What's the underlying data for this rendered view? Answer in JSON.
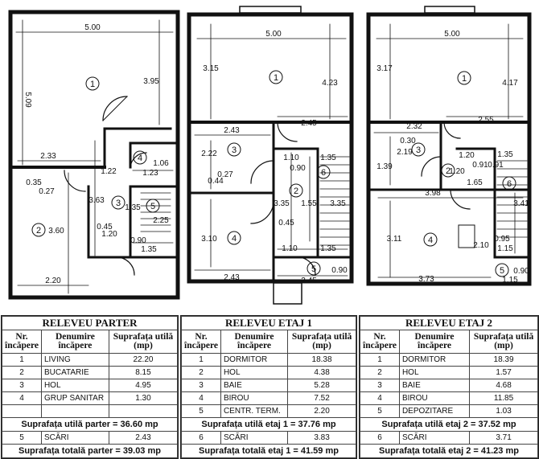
{
  "plans": [
    {
      "dims": [
        "5.00",
        "5.09",
        "3.95",
        "2.33",
        "1.22",
        "1.23",
        "1.06",
        "0.35",
        "0.27",
        "3.63",
        "1.35",
        "2.25",
        "3.60",
        "0.45",
        "1.20",
        "0.90",
        "1.35",
        "2.20"
      ],
      "rooms": [
        "1",
        "2",
        "3",
        "4",
        "5"
      ]
    },
    {
      "dims": [
        "5.00",
        "3.15",
        "4.23",
        "2.43",
        "2.45",
        "2.22",
        "1.10",
        "1.35",
        "0.90",
        "0.27",
        "0.44",
        "3.35",
        "1.55",
        "3.35",
        "0.45",
        "3.10",
        "1.10",
        "1.35",
        "2.43",
        "2.45",
        "0.90"
      ],
      "rooms": [
        "1",
        "3",
        "6",
        "2",
        "4",
        "5"
      ]
    },
    {
      "dims": [
        "5.00",
        "3.17",
        "4.17",
        "2.32",
        "2.55",
        "0.30",
        "2.19",
        "1.39",
        "1.20",
        "1.35",
        "0.91",
        "0.91",
        "1.20",
        "1.65",
        "3.41",
        "3.98",
        "3.11",
        "2.10",
        "0.95",
        "1.15",
        "3.73",
        "0.90",
        "1.15"
      ],
      "rooms": [
        "1",
        "3",
        "2",
        "6",
        "4",
        "5"
      ]
    }
  ],
  "tables": [
    {
      "title": "RELEVEU PARTER",
      "headers": {
        "nr": "Nr. încăpere",
        "name": "Denumire încăpere",
        "area": "Suprafața utilă (mp)"
      },
      "rows": [
        {
          "nr": "1",
          "name": "LIVING",
          "area": "22.20"
        },
        {
          "nr": "2",
          "name": "BUCATARIE",
          "area": "8.15"
        },
        {
          "nr": "3",
          "name": "HOL",
          "area": "4.95"
        },
        {
          "nr": "4",
          "name": "GRUP SANITAR",
          "area": "1.30"
        }
      ],
      "subtotal": "Suprafața utilă parter = 36.60 mp",
      "extra": {
        "nr": "5",
        "name": "SCĂRI",
        "area": "2.43"
      },
      "total": "Suprafața totală parter = 39.03 mp"
    },
    {
      "title": "RELEVEU ETAJ 1",
      "headers": {
        "nr": "Nr. încăpere",
        "name": "Denumire încăpere",
        "area": "Suprafața utilă (mp)"
      },
      "rows": [
        {
          "nr": "1",
          "name": "DORMITOR",
          "area": "18.38"
        },
        {
          "nr": "2",
          "name": "HOL",
          "area": "4.38"
        },
        {
          "nr": "3",
          "name": "BAIE",
          "area": "5.28"
        },
        {
          "nr": "4",
          "name": "BIROU",
          "area": "7.52"
        },
        {
          "nr": "5",
          "name": "CENTR. TERM.",
          "area": "2.20"
        }
      ],
      "subtotal": "Suprafața utilă etaj 1 = 37.76 mp",
      "extra": {
        "nr": "6",
        "name": "SCĂRI",
        "area": "3.83"
      },
      "total": "Suprafața totală etaj 1 = 41.59 mp"
    },
    {
      "title": "RELEVEU ETAJ 2",
      "headers": {
        "nr": "Nr. încăpere",
        "name": "Denumire încăpere",
        "area": "Suprafața utilă (mp)"
      },
      "rows": [
        {
          "nr": "1",
          "name": "DORMITOR",
          "area": "18.39"
        },
        {
          "nr": "2",
          "name": "HOL",
          "area": "1.57"
        },
        {
          "nr": "3",
          "name": "BAIE",
          "area": "4.68"
        },
        {
          "nr": "4",
          "name": "BIROU",
          "area": "11.85"
        },
        {
          "nr": "5",
          "name": "DEPOZITARE",
          "area": "1.03"
        }
      ],
      "subtotal": "Suprafața utilă etaj 2 = 37.52 mp",
      "extra": {
        "nr": "6",
        "name": "SCĂRI",
        "area": "3.71"
      },
      "total": "Suprafața totală etaj 2 = 41.23 mp"
    }
  ]
}
